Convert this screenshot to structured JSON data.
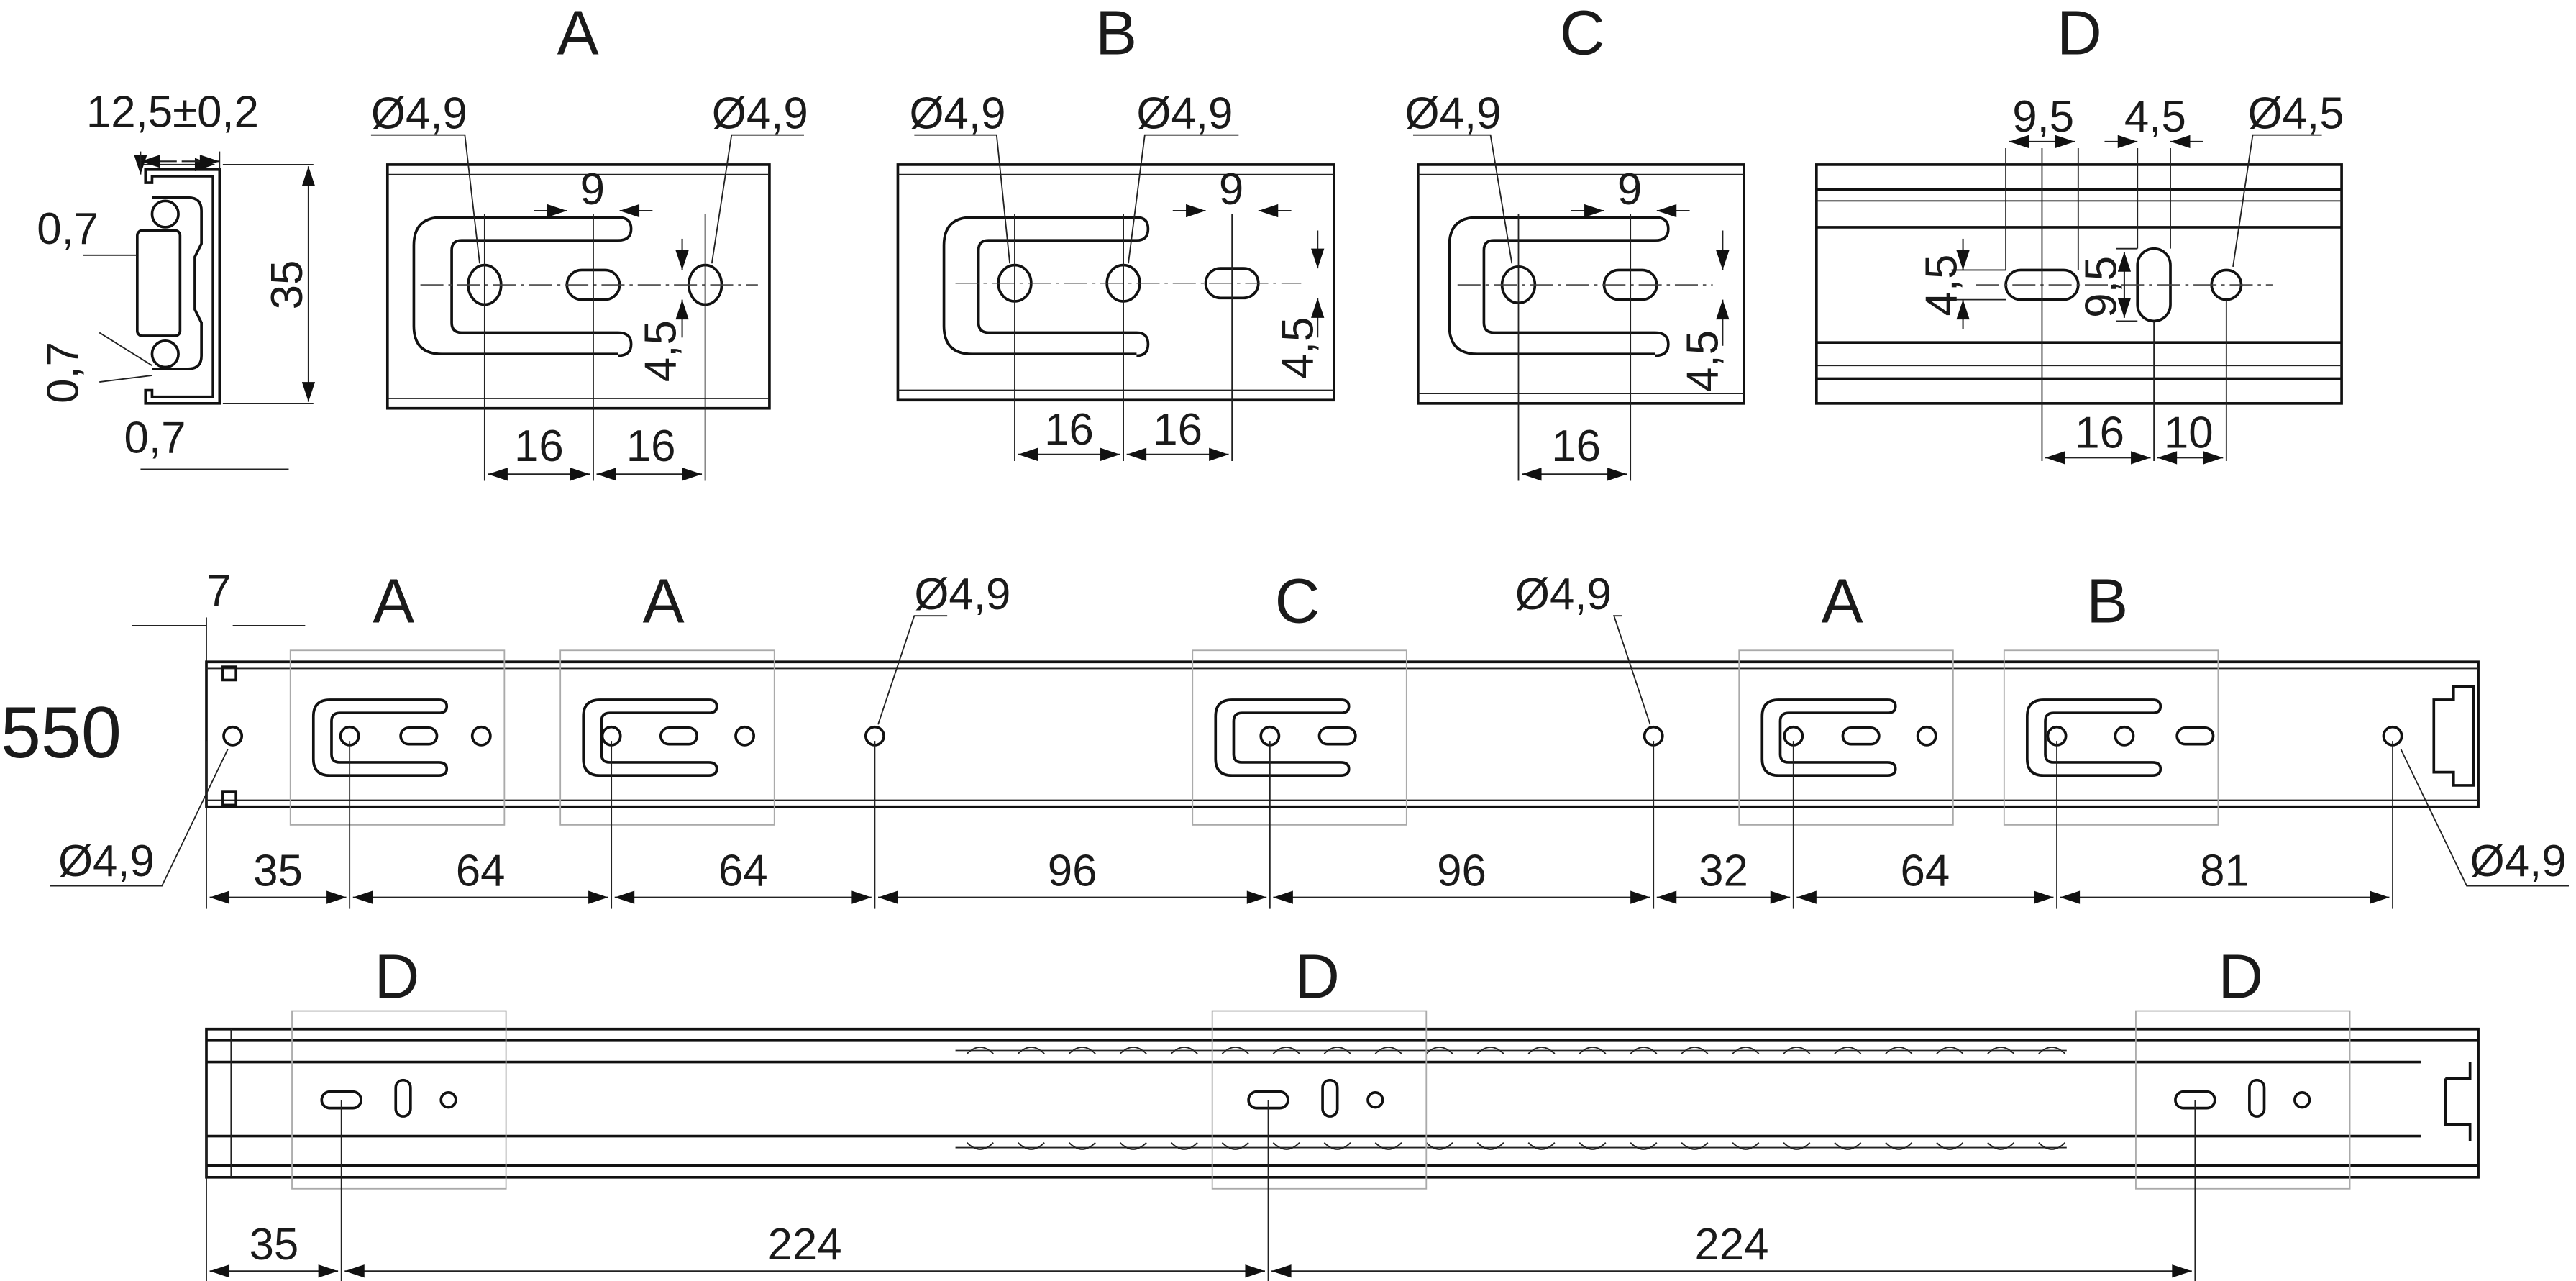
{
  "profile": {
    "width": "12,5±0,2",
    "height": "35",
    "wall_top": "0,7",
    "wall_side": "0,7",
    "wall_bottom": "0,7"
  },
  "detail_a": {
    "label": "A",
    "hole_left": "Ø4,9",
    "hole_right": "Ø4,9",
    "slot_len": "9",
    "slot_h": "4,5",
    "spacing_1": "16",
    "spacing_2": "16"
  },
  "detail_b": {
    "label": "B",
    "hole_left": "Ø4,9",
    "hole_mid": "Ø4,9",
    "slot_len": "9",
    "slot_h": "4,5",
    "spacing_1": "16",
    "spacing_2": "16"
  },
  "detail_c": {
    "label": "C",
    "hole": "Ø4,9",
    "slot_len": "9",
    "slot_h": "4,5",
    "spacing": "16"
  },
  "detail_d": {
    "label": "D",
    "slot_h_len": "9,5",
    "slot_v_w": "4,5",
    "hole": "Ø4,5",
    "slot_h_h": "4,5",
    "slot_v_len": "9,5",
    "spacing_1": "16",
    "spacing_2": "10"
  },
  "rail_top": {
    "length": "550",
    "offset": "7",
    "section_labels": [
      "A",
      "A",
      "C",
      "A",
      "B"
    ],
    "hole_labels": [
      "Ø4,9",
      "Ø4,9",
      "Ø4,9",
      "Ø4,9"
    ],
    "spacings": [
      "35",
      "64",
      "64",
      "96",
      "96",
      "32",
      "64",
      "81"
    ]
  },
  "rail_bottom": {
    "section_labels": [
      "D",
      "D",
      "D"
    ],
    "spacings": [
      "35",
      "224",
      "224"
    ]
  }
}
